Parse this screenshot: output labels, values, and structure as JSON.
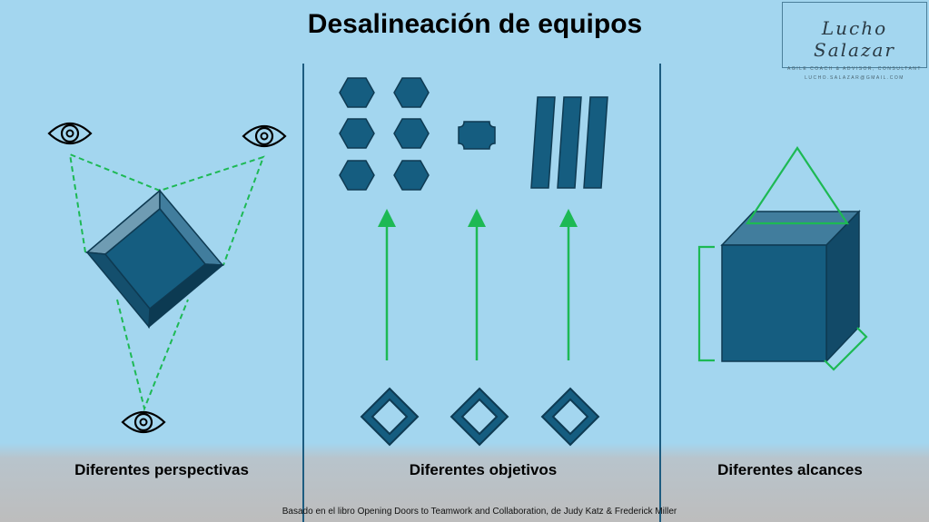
{
  "title": "Desalineación de equipos",
  "logo": {
    "name": "Lucho Salazar",
    "subtitle": "AGILE COACH & ADVISOR, CONSULTANT",
    "email": "LUCHO.SALAZAR@GMAIL.COM"
  },
  "sections": [
    {
      "label": "Diferentes perspectivas"
    },
    {
      "label": "Diferentes objetivos"
    },
    {
      "label": "Diferentes alcances"
    }
  ],
  "footer": "Basado en el libro Opening Doors to Teamwork and Collaboration, de Judy Katz & Frederick Miller",
  "colors": {
    "shape": "#155d80",
    "stroke": "#0e3a52",
    "accent": "#1db954",
    "background": "#a3d6ef"
  }
}
